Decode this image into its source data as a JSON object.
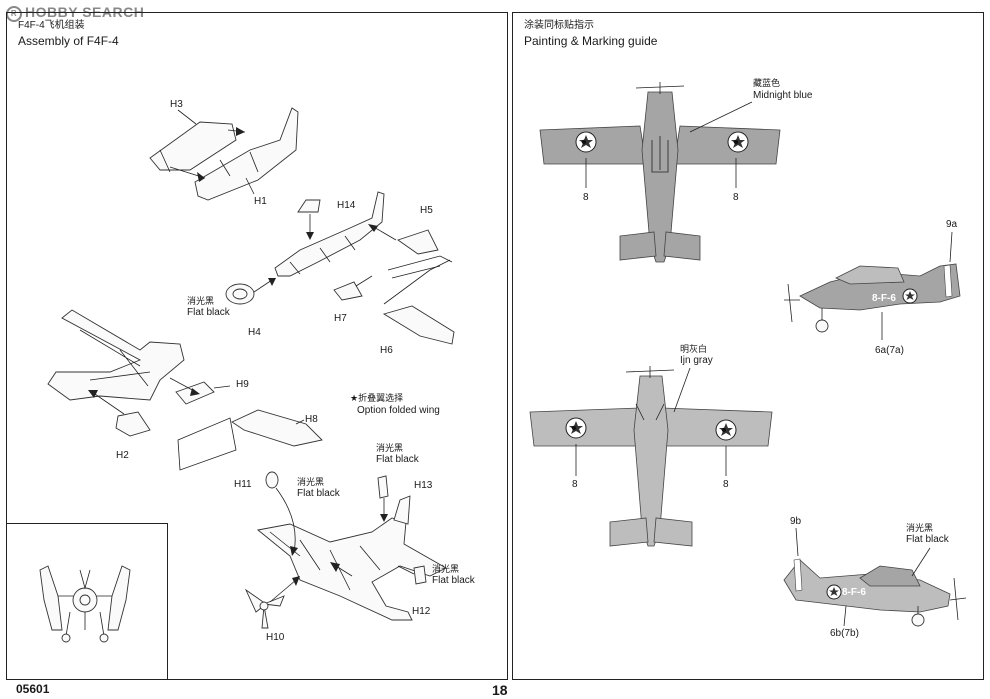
{
  "watermark": "HOBBY SEARCH",
  "assembly": {
    "title_cn": "F4F-4飞机组装",
    "title_en": "Assembly of F4F-4",
    "option_cn": "★折叠翼选择",
    "option_en": "Option folded wing",
    "parts": {
      "h1": "H1",
      "h2": "H2",
      "h3": "H3",
      "h4": "H4",
      "h5": "H5",
      "h6": "H6",
      "h7": "H7",
      "h8": "H8",
      "h9": "H9",
      "h10": "H10",
      "h11": "H11",
      "h12": "H12",
      "h13": "H13",
      "h14": "H14"
    },
    "flat_black_cn": "消光黑",
    "flat_black_en": "Flat black"
  },
  "painting": {
    "title_cn": "涂装同标贴指示",
    "title_en": "Painting & Marking guide",
    "midnight_blue_cn": "藏蓝色",
    "midnight_blue_en": "Midnight blue",
    "ijn_gray_cn": "明灰白",
    "ijn_gray_en": "Ijn gray",
    "flat_black_cn": "消光黑",
    "flat_black_en": "Flat black",
    "decal_8": "8",
    "decal_9a": "9a",
    "decal_9b": "9b",
    "decal_6a": "6a(7a)",
    "decal_6b": "6b(7b)",
    "fuselage_code": "8-F-6"
  },
  "footer": {
    "product_code": "05601",
    "page_number": "18"
  }
}
